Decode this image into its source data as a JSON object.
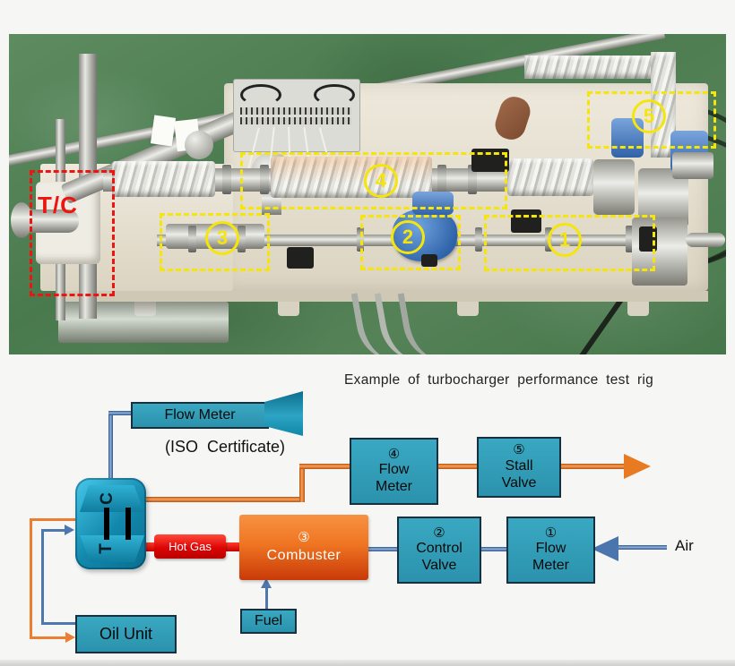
{
  "photo": {
    "tc": "T/C",
    "r1": "1",
    "r2": "2",
    "r3": "3",
    "r4": "4",
    "r5": "5"
  },
  "d": {
    "title": "Example of turbocharger performance test rig",
    "flow_meter": "Flow Meter",
    "iso": "(ISO  Certificate)",
    "c": "C",
    "t": "T",
    "hot_gas": "Hot Gas",
    "air": "Air",
    "fuel": "Fuel",
    "oil_unit": "Oil Unit",
    "b4": {
      "n": "④",
      "l1": "Flow",
      "l2": "Meter"
    },
    "b5": {
      "n": "⑤",
      "l1": "Stall",
      "l2": "Valve"
    },
    "b3": {
      "n": "③",
      "l": "Combuster"
    },
    "b2": {
      "n": "②",
      "l1": "Control",
      "l2": "Valve"
    },
    "b1": {
      "n": "①",
      "l1": "Flow",
      "l2": "Meter"
    }
  },
  "colors": {
    "box_teal": "#2F9FB8",
    "combuster_orange": "#EF7522",
    "hot_gas_red": "#DD0505",
    "pipe_orange": "#E87A22",
    "pipe_blue": "#4D77AD",
    "annotation_yellow": "#F5E50A",
    "annotation_red": "#EE1511"
  }
}
